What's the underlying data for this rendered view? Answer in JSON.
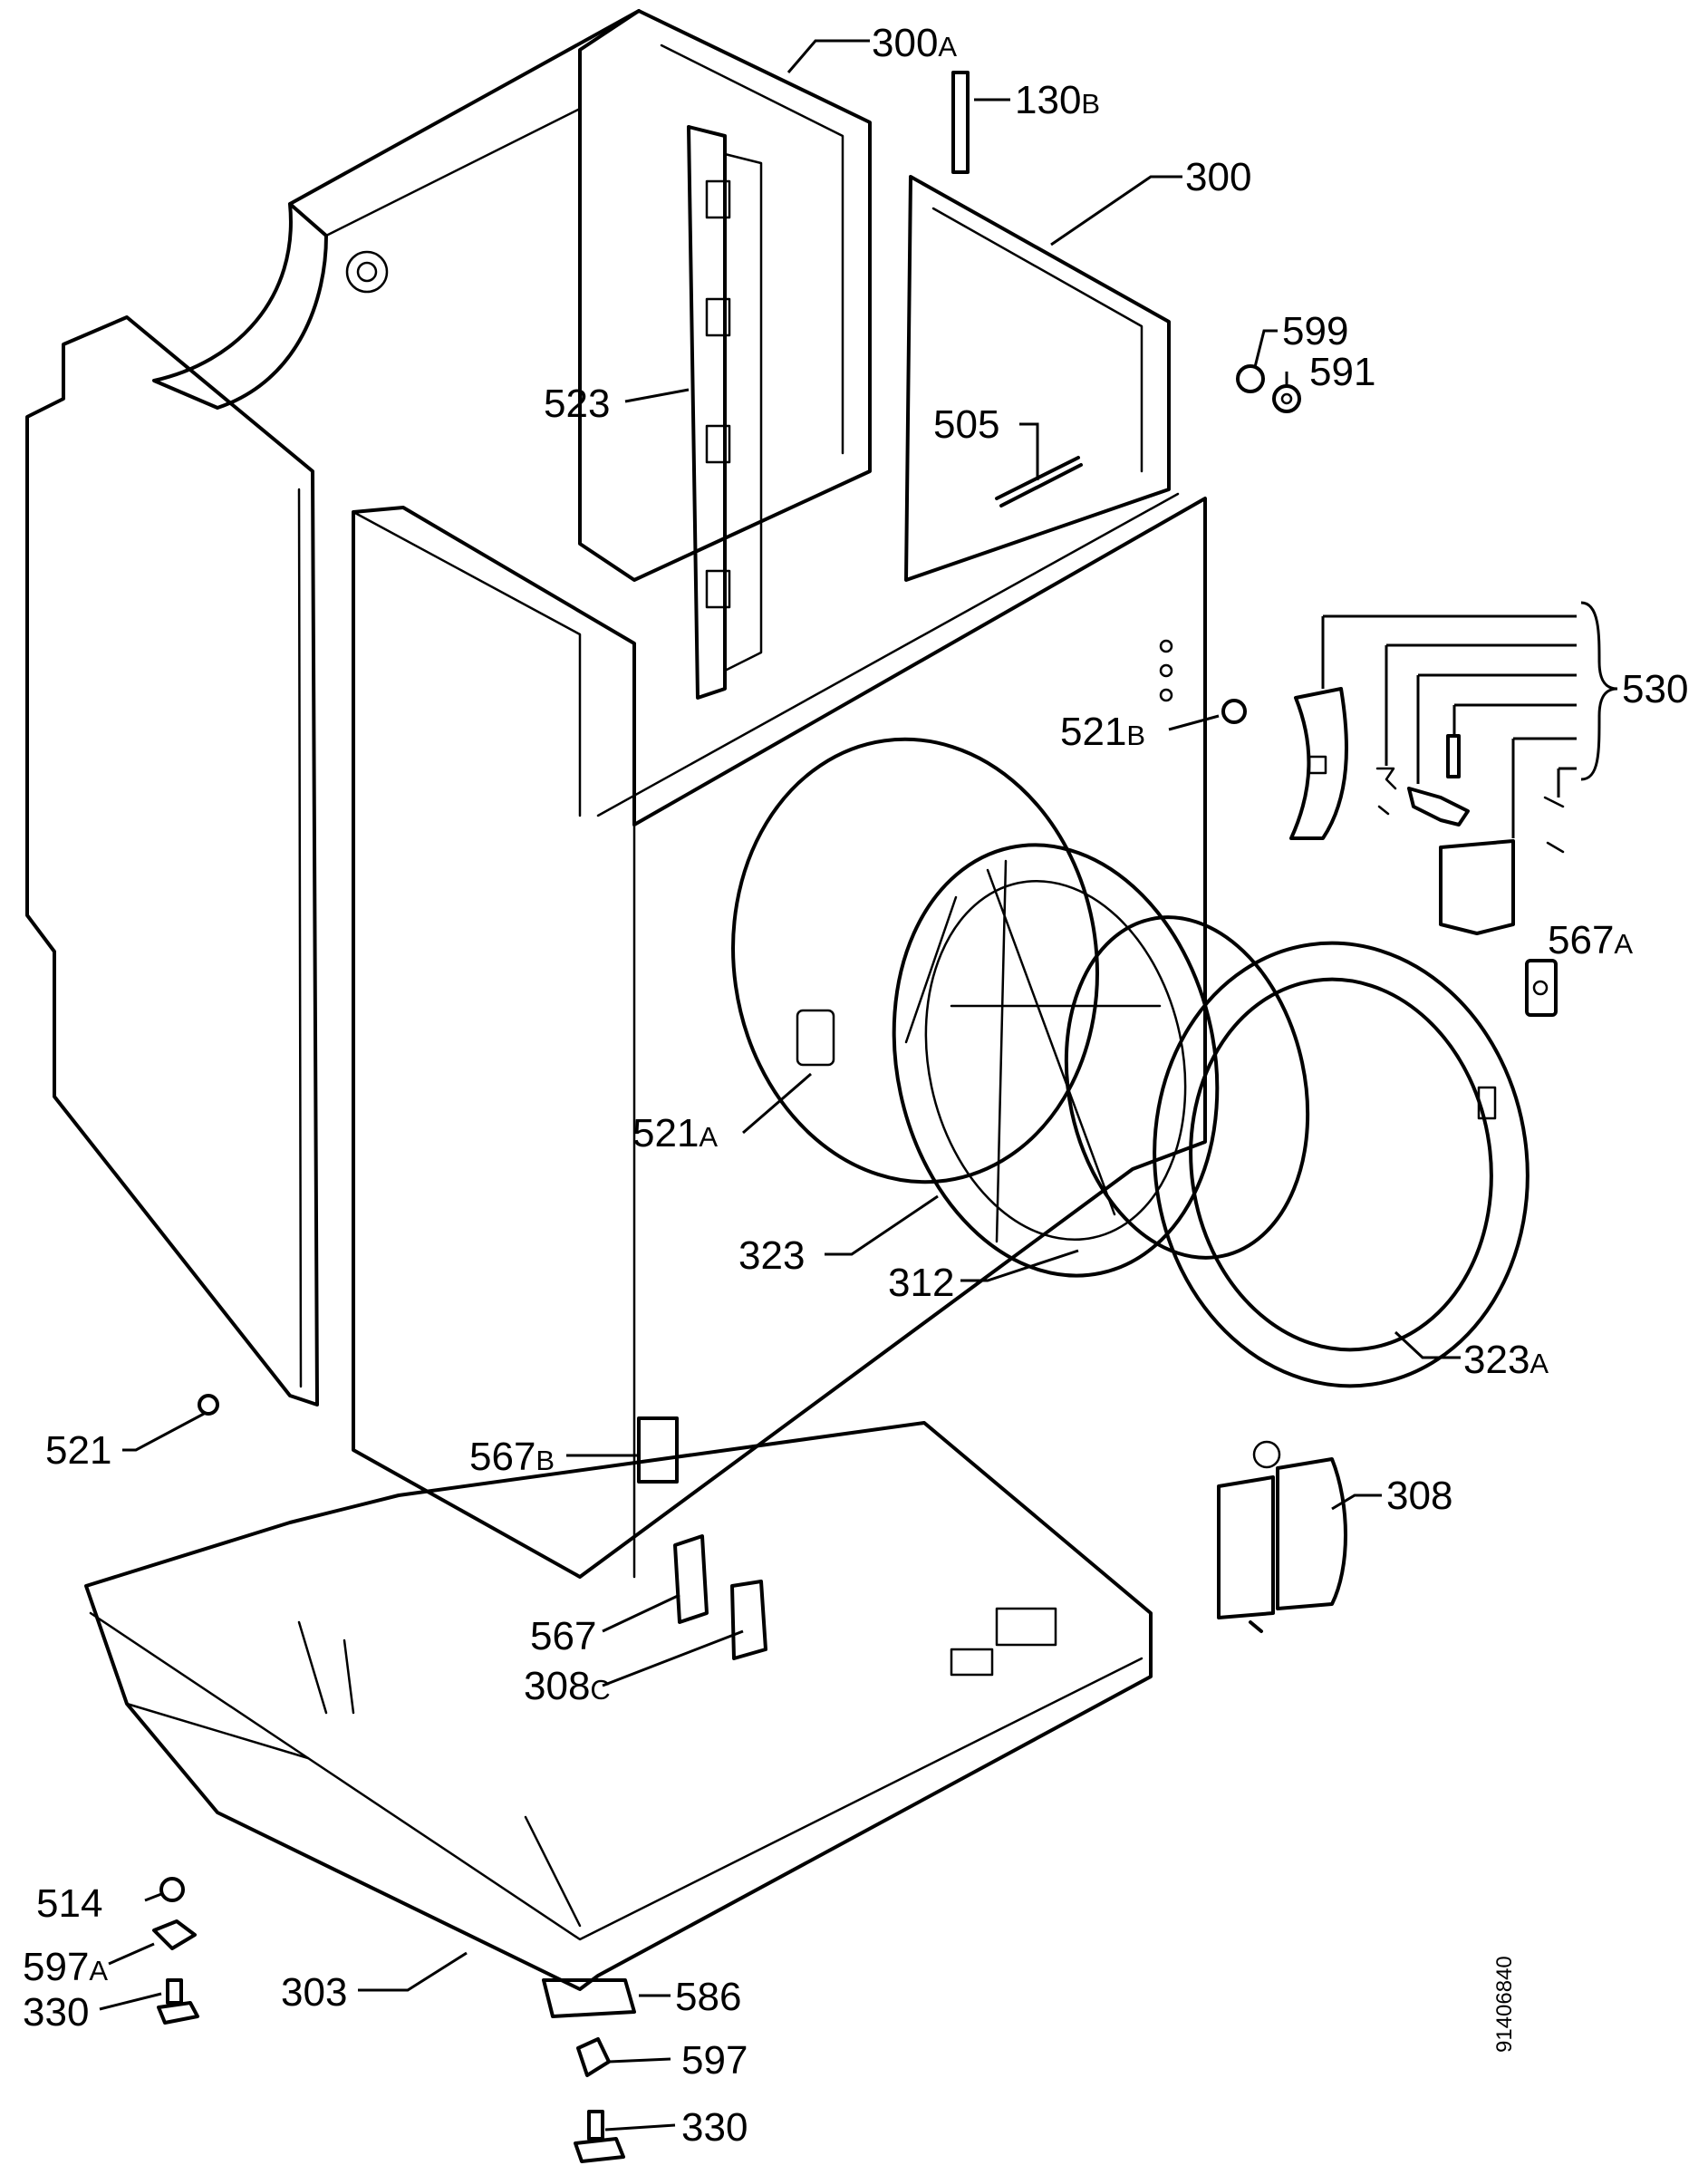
{
  "document_number": "91406840",
  "callouts": [
    {
      "id": "c300a",
      "number": "300",
      "suffix": "A"
    },
    {
      "id": "c130b",
      "number": "130",
      "suffix": "B"
    },
    {
      "id": "c300",
      "number": "300",
      "suffix": ""
    },
    {
      "id": "c599",
      "number": "599",
      "suffix": ""
    },
    {
      "id": "c591",
      "number": "591",
      "suffix": ""
    },
    {
      "id": "c523",
      "number": "523",
      "suffix": ""
    },
    {
      "id": "c505",
      "number": "505",
      "suffix": ""
    },
    {
      "id": "c530",
      "number": "530",
      "suffix": ""
    },
    {
      "id": "c521b",
      "number": "521",
      "suffix": "B"
    },
    {
      "id": "c567a",
      "number": "567",
      "suffix": "A"
    },
    {
      "id": "c521a",
      "number": "521",
      "suffix": "A"
    },
    {
      "id": "c323",
      "number": "323",
      "suffix": ""
    },
    {
      "id": "c312",
      "number": "312",
      "suffix": ""
    },
    {
      "id": "c323a",
      "number": "323",
      "suffix": "A"
    },
    {
      "id": "c521",
      "number": "521",
      "suffix": ""
    },
    {
      "id": "c567b",
      "number": "567",
      "suffix": "B"
    },
    {
      "id": "c308",
      "number": "308",
      "suffix": ""
    },
    {
      "id": "c567",
      "number": "567",
      "suffix": ""
    },
    {
      "id": "c308c",
      "number": "308",
      "suffix": "C"
    },
    {
      "id": "c514",
      "number": "514",
      "suffix": ""
    },
    {
      "id": "c597a",
      "number": "597",
      "suffix": "A"
    },
    {
      "id": "c330l",
      "number": "330",
      "suffix": ""
    },
    {
      "id": "c303",
      "number": "303",
      "suffix": ""
    },
    {
      "id": "c586",
      "number": "586",
      "suffix": ""
    },
    {
      "id": "c597",
      "number": "597",
      "suffix": ""
    },
    {
      "id": "c330",
      "number": "330",
      "suffix": ""
    }
  ]
}
